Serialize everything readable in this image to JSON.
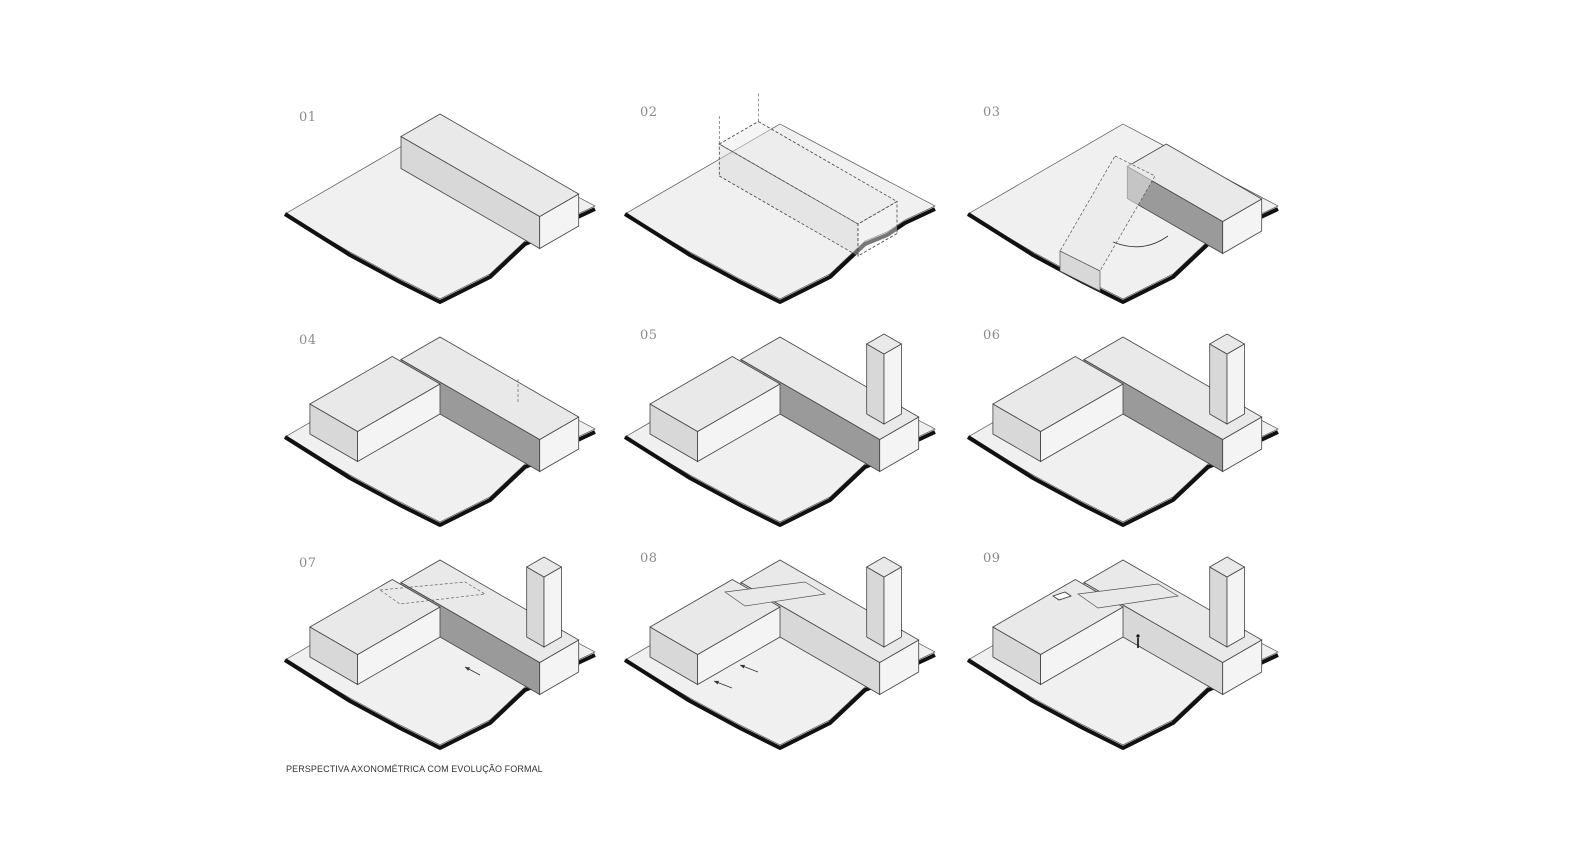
{
  "caption": "PERSPECTIVA AXONOMÉTRICA COM EVOLUÇÃO FORMAL",
  "steps": [
    {
      "number": "01"
    },
    {
      "number": "02"
    },
    {
      "number": "03"
    },
    {
      "number": "04"
    },
    {
      "number": "05"
    },
    {
      "number": "06"
    },
    {
      "number": "07"
    },
    {
      "number": "08"
    },
    {
      "number": "09"
    }
  ],
  "colors": {
    "ground": "#f0f0f0",
    "ground_edge": "#111111",
    "volume_top": "#e9e9e9",
    "volume_left": "#d8d8d8",
    "volume_right": "#f4f4f4",
    "void": "#9a9a9a",
    "label": "#8a8a8a"
  }
}
